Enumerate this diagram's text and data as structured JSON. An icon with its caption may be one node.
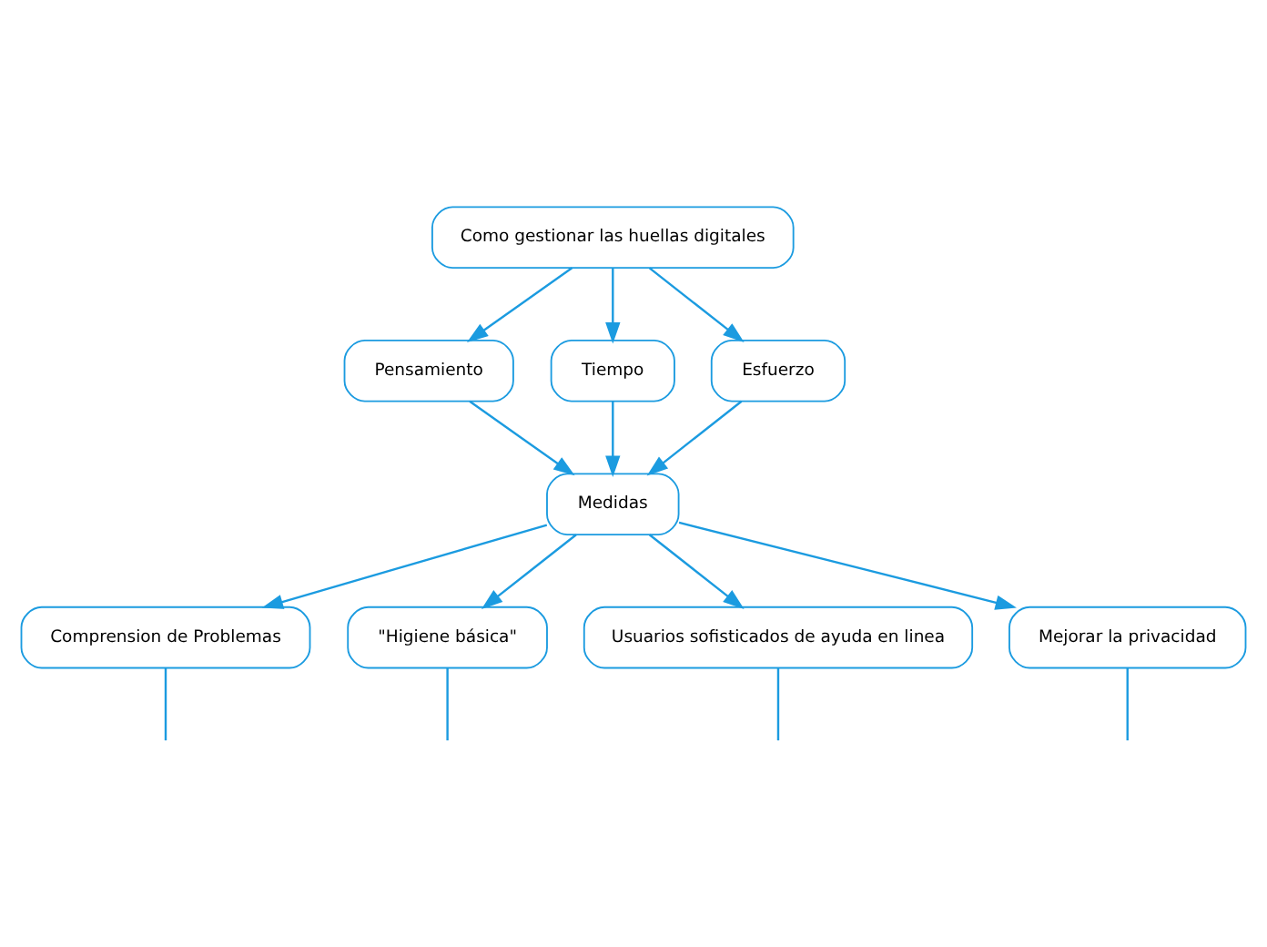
{
  "diagram": {
    "nodes": [
      {
        "text": [
          "Como gestionar las huellas digitales"
        ]
      },
      {
        "text": [
          "Pensamiento"
        ]
      },
      {
        "text": [
          "Tiempo"
        ]
      },
      {
        "text": [
          "Esfuerzo"
        ]
      },
      {
        "text": [
          "Medidas"
        ]
      },
      {
        "text": [
          "Comprension de Problemas"
        ]
      },
      {
        "text": [
          "\"Higiene básica\""
        ]
      },
      {
        "text": [
          "Usuarios sofisticados de ayuda en linea"
        ]
      },
      {
        "text": [
          "Mejorar la privacidad"
        ]
      }
    ],
    "edges": [
      {
        "from": 0,
        "to": 1,
        "arrow": "to"
      },
      {
        "from": 0,
        "to": 2,
        "arrow": "to"
      },
      {
        "from": 0,
        "to": 3,
        "arrow": "to"
      },
      {
        "from": 1,
        "to": 4,
        "arrow": "to"
      },
      {
        "from": 2,
        "to": 4,
        "arrow": "to"
      },
      {
        "from": 3,
        "to": 4,
        "arrow": "to"
      },
      {
        "from": 4,
        "to": 5,
        "arrow": "to"
      },
      {
        "from": 4,
        "to": 6,
        "arrow": "to"
      },
      {
        "from": 4,
        "to": 7,
        "arrow": "to"
      },
      {
        "from": 4,
        "to": 8,
        "arrow": "to"
      },
      {
        "from": 5,
        "to": null,
        "arrow": "none"
      },
      {
        "from": 6,
        "to": null,
        "arrow": "none"
      },
      {
        "from": 7,
        "to": null,
        "arrow": "none"
      },
      {
        "from": 8,
        "to": null,
        "arrow": "none"
      }
    ]
  }
}
